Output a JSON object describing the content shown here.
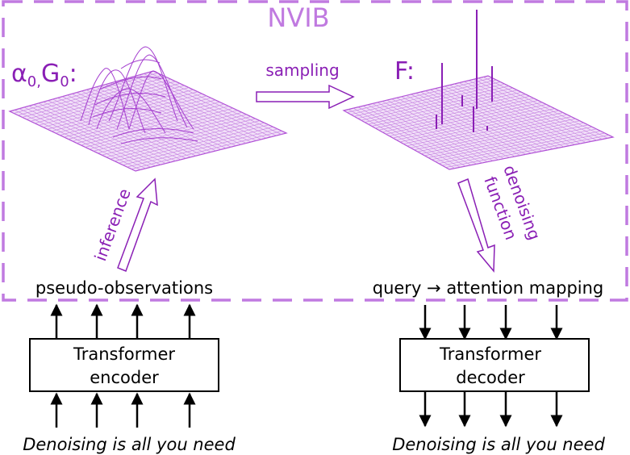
{
  "nvib_box": {
    "title": "NVIB",
    "prior_label_alpha": "α",
    "prior_label_alpha_sub": "0,",
    "prior_label_g": "G",
    "prior_label_g_sub": "0",
    "prior_label_colon": ":",
    "posterior_label": "F:",
    "sampling_label": "sampling",
    "inference_label": "inference",
    "denoising_label_1": "denoising",
    "denoising_label_2": "function"
  },
  "encoder_side": {
    "observations_label": "pseudo-observations",
    "box_line1": "Transformer",
    "box_line2": "encoder",
    "input_text": "Denoising is all you need"
  },
  "decoder_side": {
    "mapping_label": "query → attention mapping",
    "box_line1": "Transformer",
    "box_line2": "decoder",
    "output_text": "Denoising is all you need"
  },
  "colors": {
    "purple": "#8a1fb5",
    "dash_purple": "#c07ae0",
    "mesh": "#b04fd6",
    "black": "#000000"
  }
}
